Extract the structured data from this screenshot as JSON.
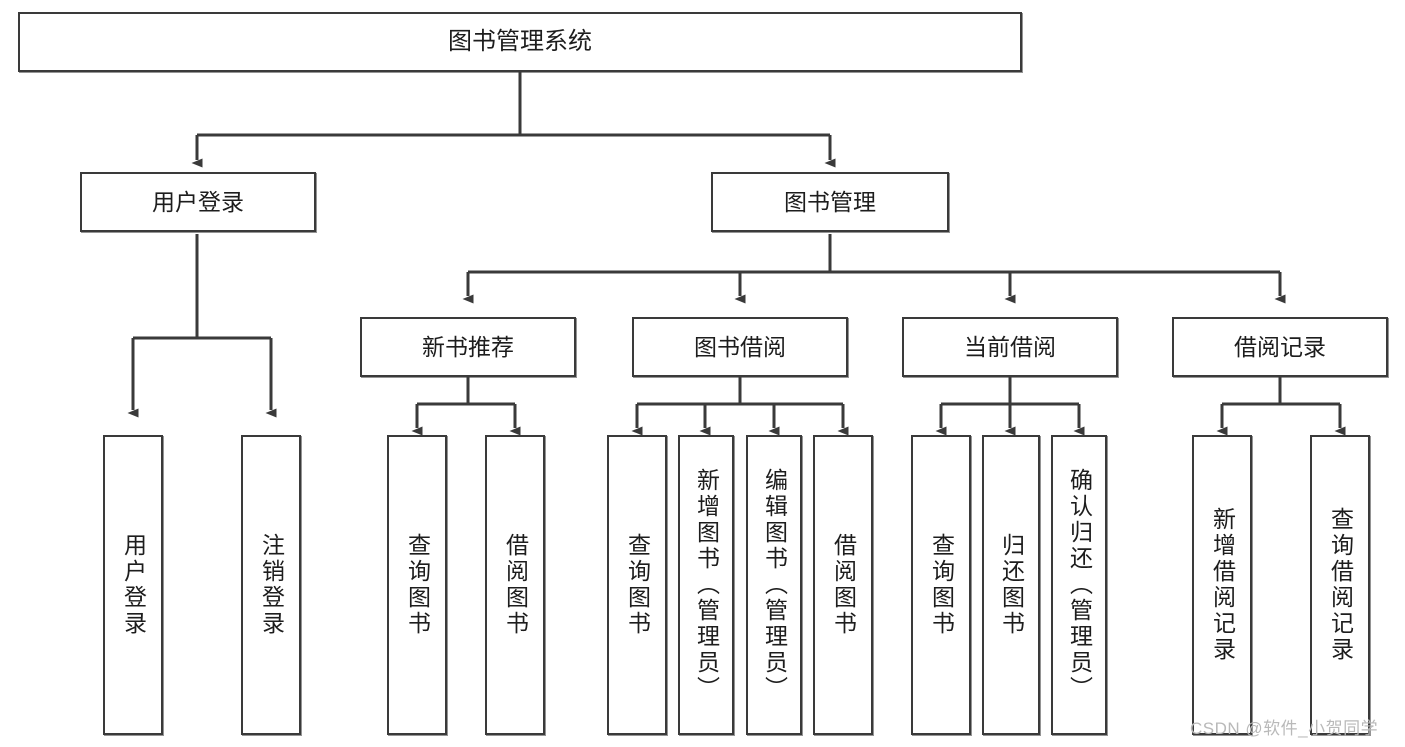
{
  "diagram": {
    "title": "图书管理系统",
    "type": "tree-hierarchy-diagram",
    "watermark": "CSDN @软件_小贺同学",
    "colors": {
      "box_border": "#3a3a3a",
      "box_fill": "#ffffff",
      "connector": "#3a3a3a",
      "text": "#1d1d1d",
      "watermark": "#b9b9b9",
      "background": "#ffffff"
    },
    "root": {
      "label": "图书管理系统"
    },
    "level2": [
      {
        "label": "用户登录"
      },
      {
        "label": "图书管理"
      }
    ],
    "level3": [
      {
        "label": "新书推荐"
      },
      {
        "label": "图书借阅"
      },
      {
        "label": "当前借阅"
      },
      {
        "label": "借阅记录"
      }
    ],
    "leaves": {
      "user_login": [
        {
          "label": "用户登录"
        },
        {
          "label": "注销登录"
        }
      ],
      "new_book_recommend": [
        {
          "label": "查询图书"
        },
        {
          "label": "借阅图书"
        }
      ],
      "book_borrow": [
        {
          "label": "查询图书"
        },
        {
          "label": "新增图书（管理员）"
        },
        {
          "label": "编辑图书（管理员）"
        },
        {
          "label": "借阅图书"
        }
      ],
      "current_borrow": [
        {
          "label": "查询图书"
        },
        {
          "label": "归还图书"
        },
        {
          "label": "确认归还（管理员）"
        }
      ],
      "borrow_records": [
        {
          "label": "新增借阅记录"
        },
        {
          "label": "查询借阅记录"
        }
      ]
    }
  }
}
